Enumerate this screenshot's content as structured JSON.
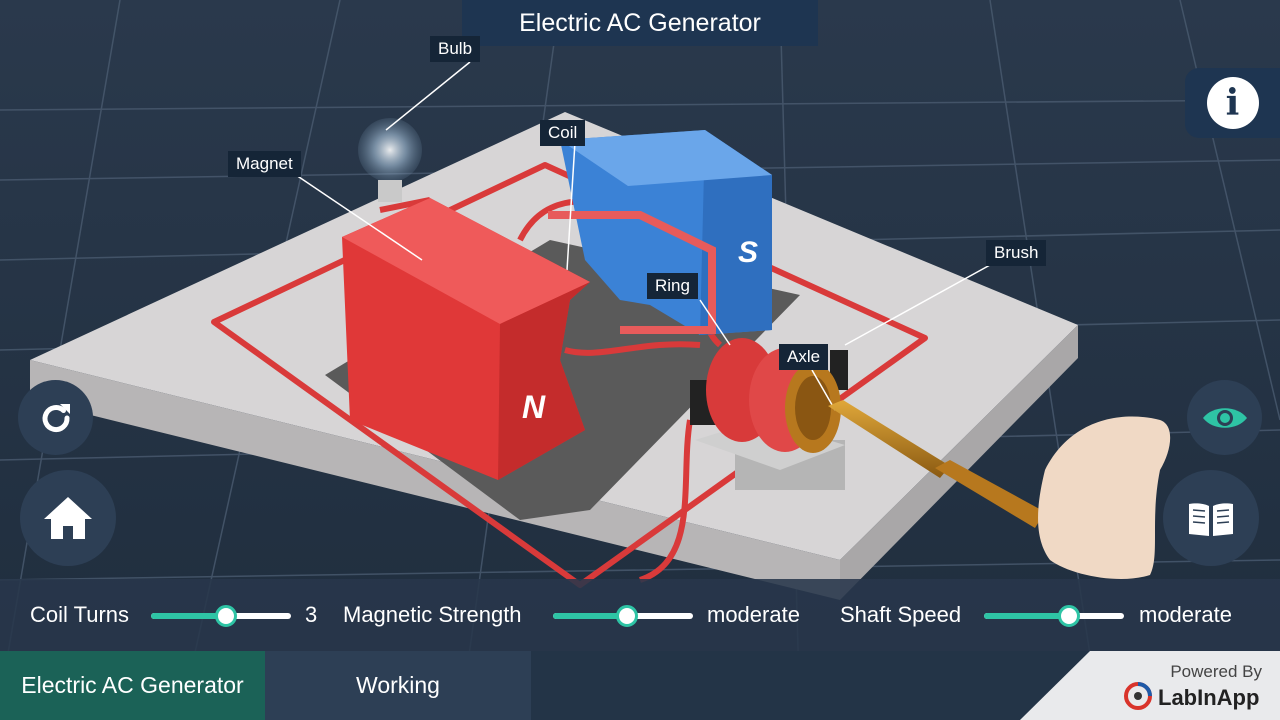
{
  "header": {
    "title": "Electric AC Generator"
  },
  "labels": {
    "bulb": "Bulb",
    "coil": "Coil",
    "magnet": "Magnet",
    "brush": "Brush",
    "ring": "Ring",
    "axle": "Axle"
  },
  "magnet_letters": {
    "north": "N",
    "south": "S"
  },
  "controls": {
    "coil_turns": {
      "label": "Coil Turns",
      "value": "3",
      "level": 0.53
    },
    "magnetic_strength": {
      "label": "Magnetic Strength",
      "value": "moderate",
      "level": 0.52
    },
    "shaft_speed": {
      "label": "Shaft Speed",
      "value": "moderate",
      "level": 0.6
    }
  },
  "tabs": [
    {
      "label": "Electric AC Generator",
      "active": true
    },
    {
      "label": "Working",
      "active": false
    }
  ],
  "branding": {
    "powered_by": "Powered By",
    "name": "LabInApp"
  },
  "icons": [
    "reload-icon",
    "home-icon",
    "info-icon",
    "eye-icon",
    "book-icon"
  ],
  "colors": {
    "background": "#243345",
    "accent": "#2ec4a5",
    "active_tab": "#1b6257",
    "magnet_north": "#e03838",
    "magnet_south": "#3b82d6",
    "wire": "#d93a3a"
  }
}
